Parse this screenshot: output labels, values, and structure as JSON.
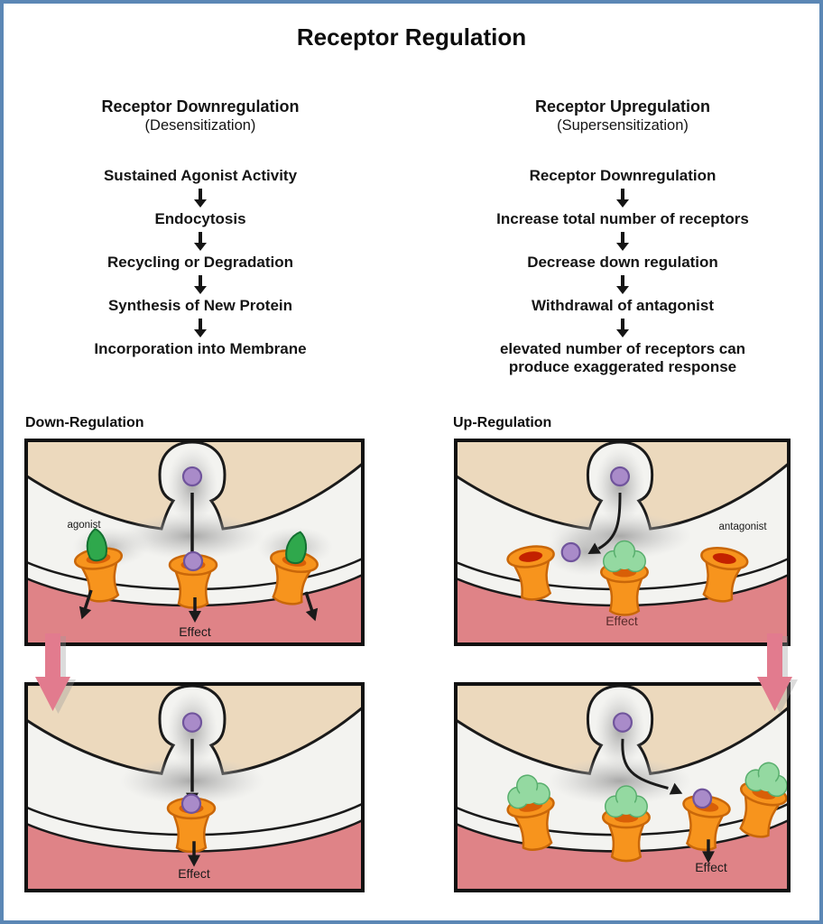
{
  "title": "Receptor Regulation",
  "left_flow": {
    "heading": "Receptor Downregulation",
    "subheading": "(Desensitization)",
    "steps": [
      "Sustained Agonist Activity",
      "Endocytosis",
      "Recycling or Degradation",
      "Synthesis of New Protein",
      "Incorporation into Membrane"
    ]
  },
  "right_flow": {
    "heading": "Receptor Upregulation",
    "subheading": "(Supersensitization)",
    "steps": [
      "Receptor Downregulation",
      "Increase total number of receptors",
      "Decrease down regulation",
      "Withdrawal of antagonist",
      "elevated number of receptors can produce exaggerated response"
    ]
  },
  "panels": {
    "down": {
      "label": "Down-Regulation",
      "agonist_label": "agonist",
      "effect_label": "Effect",
      "after_effect_label": "Effect"
    },
    "up": {
      "label": "Up-Regulation",
      "antagonist_label": "antagonist",
      "effect_label": "Effect",
      "after_effect_label": "Effect"
    }
  },
  "colors": {
    "frame_blue": "#5b87b5",
    "extracellular_beige": "#ecd9bd",
    "membrane_white": "#f3f3f0",
    "cytoplasm_pink": "#df8387",
    "receptor_orange": "#f7941d",
    "agonist_green": "#2fa84c",
    "antagonist_green": "#94d9a1",
    "ligand_purple": "#a98bc9",
    "connector_arrow_pink": "#e27b8e"
  }
}
